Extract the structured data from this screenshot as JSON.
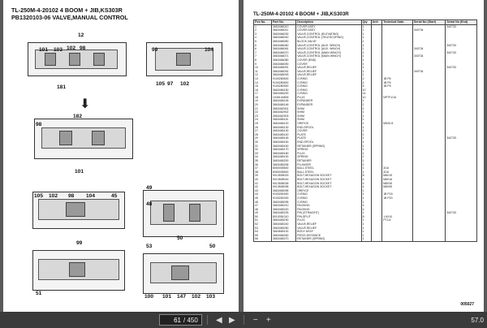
{
  "left_page": {
    "title_line1": "TL-250M-4-20102 4 BOOM + JIB,KS303R",
    "title_line2": "PB1320103-06 VALVE,MANUAL CONTROL",
    "callouts": [
      "12",
      "101",
      "103",
      "102",
      "98",
      "99",
      "104",
      "105",
      "181",
      "97",
      "102",
      "98",
      "182",
      "101",
      "105",
      "102",
      "98",
      "104",
      "45",
      "49",
      "48",
      "50",
      "99",
      "51",
      "53",
      "50",
      "100",
      "101",
      "147",
      "102",
      "103"
    ]
  },
  "right_page": {
    "title": "TL-250M-4-20102 4 BOOM + JIB,KS303R",
    "columns": [
      "Pos No.",
      "Part No.",
      "Description",
      "Qty",
      "Unit",
      "Technical Data",
      "Serial No (Start)",
      "Serial No (End)"
    ],
    "rows": [
      [
        "1",
        "3663466010",
        "COVER ASSY",
        "1",
        "",
        "",
        "",
        "340733"
      ],
      [
        "2",
        "3663466011",
        "COVER ASSY",
        "1",
        "",
        "",
        "340734",
        ""
      ],
      [
        "3",
        "3663466030",
        "VALVE,CONTROL (ELEVATING)",
        "1",
        "",
        "",
        "",
        ""
      ],
      [
        "4",
        "3663466040",
        "VALVE,CONTROL (TELESCOPING)",
        "1",
        "",
        "",
        "",
        ""
      ],
      [
        "5",
        "3663466050",
        "BLOCK,VALVE",
        "1",
        "",
        "",
        "",
        ""
      ],
      [
        "6",
        "3663466060",
        "VALVE,CONTROL (AUX. WINCH)",
        "1",
        "",
        "",
        "",
        "340733"
      ],
      [
        "6",
        "3663466061",
        "VALVE,CONTROL (AUX. WINCH)",
        "1",
        "",
        "",
        "340734",
        ""
      ],
      [
        "7",
        "3663466070",
        "VALVE,CONTROL (MAIN WINCH)",
        "1",
        "",
        "",
        "",
        "340733"
      ],
      [
        "7",
        "3663466071",
        "VALVE,CONTROL (MAIN WINCH)",
        "1",
        "",
        "",
        "340734",
        ""
      ],
      [
        "8",
        "3663466080",
        "COVER (END)",
        "1",
        "",
        "",
        "",
        ""
      ],
      [
        "9",
        "3663466090",
        "COVER",
        "1",
        "",
        "",
        "",
        ""
      ],
      [
        "10",
        "3663466091",
        "VALVE,RELIEF",
        "1",
        "",
        "",
        "",
        "340733"
      ],
      [
        "11",
        "3663466092",
        "VALVE,RELIEF",
        "1",
        "",
        "",
        "340734",
        ""
      ],
      [
        "12",
        "3663466093",
        "VALVE,RELIEF",
        "1",
        "",
        "",
        "",
        ""
      ],
      [
        "13",
        "9100280600",
        "O-RING",
        "2",
        "",
        "1B P6",
        "",
        ""
      ],
      [
        "14",
        "9100280600",
        "O-RING",
        "4",
        "",
        "1B P6",
        "",
        ""
      ],
      [
        "15",
        "9100280900",
        "O-RING",
        "5",
        "",
        "1B P9",
        "",
        ""
      ],
      [
        "16",
        "3663466150",
        "O-RING",
        "10",
        "",
        "",
        "",
        ""
      ],
      [
        "17",
        "3663466200",
        "O-RING",
        "14",
        "",
        "",
        "",
        ""
      ],
      [
        "18",
        "1049104809",
        "PLUG",
        "10",
        "",
        "NPTF1/16",
        "",
        ""
      ],
      [
        "19",
        "3663466145",
        "EXPANDER",
        "1",
        "",
        "",
        "",
        ""
      ],
      [
        "20",
        "3663466146",
        "EXPANDER",
        "1",
        "",
        "",
        "",
        ""
      ],
      [
        "21",
        "3663462901",
        "SHIM",
        "1",
        "",
        "",
        "",
        ""
      ],
      [
        "22",
        "3663462902",
        "SHIM",
        "1",
        "",
        "",
        "",
        ""
      ],
      [
        "23",
        "3663462903",
        "SHIM",
        "1",
        "",
        "",
        "",
        ""
      ],
      [
        "24",
        "3663465110",
        "SHIM",
        "1",
        "",
        "",
        "",
        ""
      ],
      [
        "25",
        "3663466120",
        "ORIFICE",
        "1",
        "",
        "M5X0.8",
        "",
        ""
      ],
      [
        "26",
        "3663465130",
        "END,SPOOL",
        "1",
        "",
        "",
        "",
        ""
      ],
      [
        "27",
        "3663465130",
        "COVER",
        "1",
        "",
        "",
        "",
        ""
      ],
      [
        "28",
        "3663465140",
        "PLATE",
        "1",
        "",
        "",
        "",
        ""
      ],
      [
        "29",
        "3663465145",
        "PLATE",
        "1",
        "",
        "",
        "",
        "340733"
      ],
      [
        "30",
        "3663465150",
        "END,SPOOL",
        "1",
        "",
        "",
        "",
        ""
      ],
      [
        "31",
        "3663465160",
        "RETAINER (SPRING)",
        "1",
        "",
        "",
        "",
        ""
      ],
      [
        "32",
        "3663465170",
        "SPRING",
        "1",
        "",
        "",
        "",
        ""
      ],
      [
        "33",
        "3663465180",
        "PLUG",
        "1",
        "",
        "",
        "",
        ""
      ],
      [
        "34",
        "3663465190",
        "SPRING",
        "1",
        "",
        "",
        "",
        ""
      ],
      [
        "35",
        "3663465200",
        "RETAINER",
        "1",
        "",
        "",
        "",
        ""
      ],
      [
        "36",
        "3663465206",
        "PLUNGER",
        "1",
        "",
        "",
        "",
        ""
      ],
      [
        "37",
        "8050005500",
        "BALL,STEEL",
        "1",
        "",
        "3/16",
        "",
        ""
      ],
      [
        "38",
        "8050005500",
        "BALL,STEEL",
        "1",
        "",
        "3/16",
        "",
        ""
      ],
      [
        "39",
        "9013508015",
        "BOLT,HEXAGON SOCKET",
        "8",
        "",
        "M8X15",
        "",
        ""
      ],
      [
        "40",
        "9013508016",
        "BOLT,HEXAGON SOCKET",
        "4",
        "",
        "M8X16",
        "",
        ""
      ],
      [
        "41",
        "9013508035",
        "BOLT,HEXAGON SOCKET",
        "4",
        "",
        "M8X35",
        "",
        ""
      ],
      [
        "42",
        "9013508095",
        "BOLT,HEXAGON SOCKET",
        "4",
        "",
        "M8X95",
        "",
        ""
      ],
      [
        "43",
        "3663465096",
        "ORIFICE",
        "1",
        "",
        "",
        "",
        ""
      ],
      [
        "44",
        "9100281500",
        "O-RING",
        "1",
        "",
        "1B P15",
        "",
        ""
      ],
      [
        "45",
        "9100282000",
        "O-RING",
        "1",
        "",
        "1B P20",
        "",
        ""
      ],
      [
        "46",
        "3663465095",
        "O-RING",
        "1",
        "",
        "",
        "",
        ""
      ],
      [
        "47",
        "3663465210",
        "PACKING",
        "4",
        "",
        "",
        "",
        ""
      ],
      [
        "48",
        "3663465220",
        "PACKING",
        "4",
        "",
        "",
        "",
        ""
      ],
      [
        "49",
        "3663465225",
        "PIN (STRAIGHT)",
        "1",
        "",
        "",
        "",
        "340733"
      ],
      [
        "50",
        "8010051010",
        "PIN,SPLIT",
        "8",
        "",
        "1.6X10",
        "",
        ""
      ],
      [
        "51",
        "3663465230",
        "PLUG",
        "1",
        "",
        "PT1/4",
        "",
        ""
      ],
      [
        "52",
        "3663465240",
        "VALVE,RELIEF",
        "1",
        "",
        "",
        "",
        ""
      ],
      [
        "53",
        "3663465250",
        "VALVE,RELIEF",
        "1",
        "",
        "",
        "",
        ""
      ],
      [
        "54",
        "3663665100",
        "BODY ASSY",
        "1",
        "",
        "",
        "",
        ""
      ],
      [
        "55",
        "3663465260",
        "PIECE,DISTANCE",
        "1",
        "",
        "",
        "",
        ""
      ],
      [
        "56",
        "3663465270",
        "RETAINER (SPRING)",
        "1",
        "",
        "",
        "",
        ""
      ]
    ],
    "page_code": "005027"
  },
  "toolbar": {
    "current_page": "61",
    "total_pages": "/ 450",
    "zoom": "57.0"
  }
}
